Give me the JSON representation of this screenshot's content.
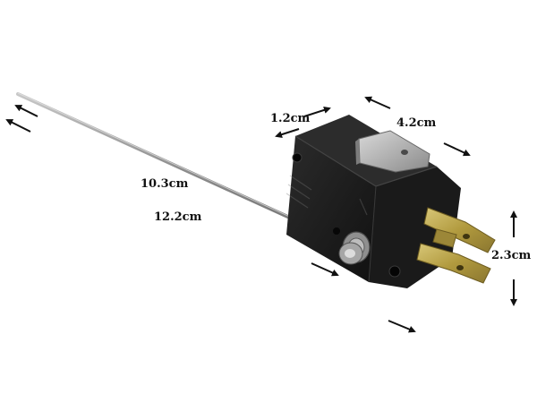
{
  "image": {
    "subject": "Micro switch with long lever",
    "colors": {
      "background": "#ffffff",
      "body": "#1c1c1c",
      "terminal_brass": "#b9a24a",
      "lever_steel": "#9a9a9a",
      "arrow": "#111111"
    }
  },
  "dimensions": {
    "width_label": "1.2cm",
    "length_label": "4.2cm",
    "height_label": "2.3cm",
    "arm_short_label": "10.3cm",
    "arm_long_label": "12.2cm"
  }
}
